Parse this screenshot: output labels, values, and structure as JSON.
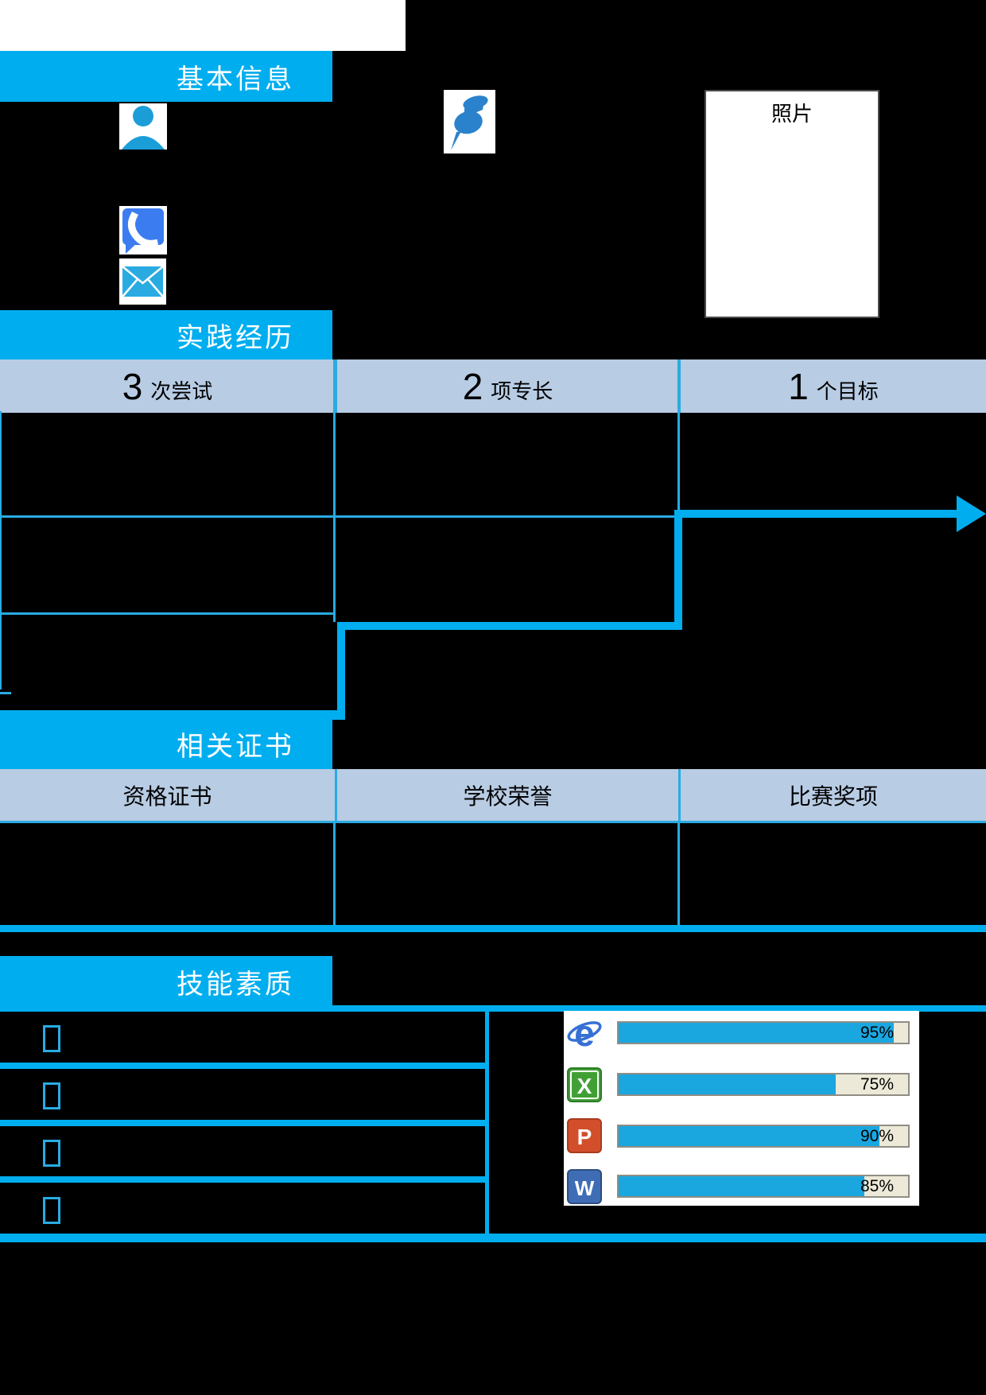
{
  "colors": {
    "accent": "#00aeef",
    "thin_line": "#29abe3",
    "table_header_bg": "#b8cce4",
    "chart_bar_fill": "#1aa7e0",
    "chart_track_bg": "#ece9d8",
    "page_background": "#000000"
  },
  "basic_info": {
    "title": "基本信息",
    "photo_label": "照片",
    "icons": [
      "user-icon",
      "location-pin-icon",
      "phone-icon",
      "email-icon"
    ]
  },
  "experience": {
    "title": "实践经历",
    "header": [
      {
        "number": "3",
        "label": "次尝试"
      },
      {
        "number": "2",
        "label": "项专长"
      },
      {
        "number": "1",
        "label": "个目标"
      }
    ]
  },
  "certificates": {
    "title": "相关证书",
    "header": [
      {
        "label": "资格证书"
      },
      {
        "label": "学校荣誉"
      },
      {
        "label": "比赛奖项"
      }
    ]
  },
  "skills": {
    "title": "技能素质",
    "bullet_placeholder_count": 4,
    "bullet_style": "empty-glyph-box"
  },
  "chart_data": {
    "type": "bar",
    "orientation": "horizontal",
    "categories": [
      "Internet Explorer",
      "Excel",
      "PowerPoint",
      "Word"
    ],
    "icons": [
      "internet-explorer-icon",
      "excel-icon",
      "powerpoint-icon",
      "word-icon"
    ],
    "values": [
      95,
      75,
      90,
      85
    ],
    "labels": [
      "95%",
      "75%",
      "90%",
      "85%"
    ],
    "value_range": [
      0,
      100
    ],
    "title": "",
    "xlabel": "",
    "ylabel": "",
    "legend": false,
    "grid": false
  }
}
